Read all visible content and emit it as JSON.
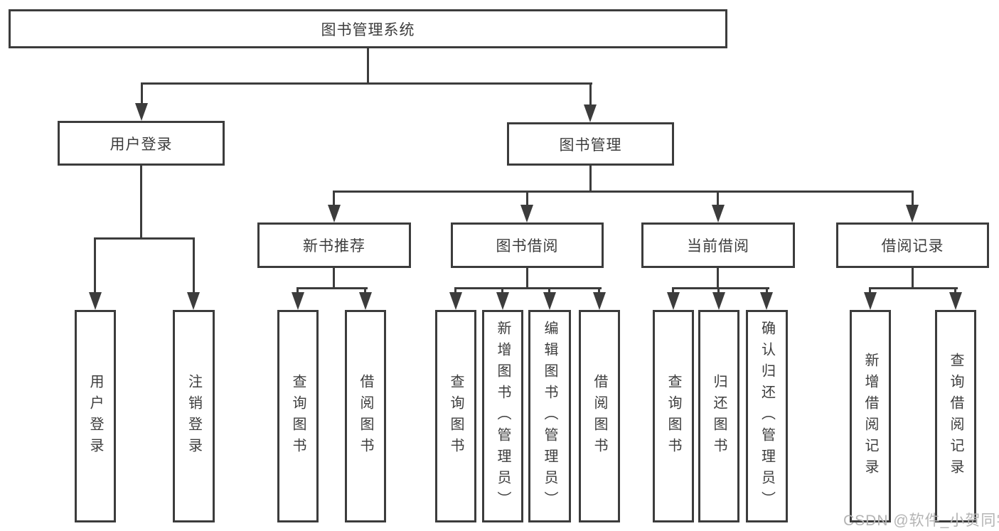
{
  "diagram": {
    "root": {
      "label": "图书管理系统"
    },
    "branches": [
      {
        "label": "用户登录",
        "children": [
          {
            "label": "用户登录"
          },
          {
            "label": "注销登录"
          }
        ]
      },
      {
        "label": "图书管理",
        "children": [
          {
            "label": "新书推荐",
            "children": [
              {
                "label": "查询图书"
              },
              {
                "label": "借阅图书"
              }
            ]
          },
          {
            "label": "图书借阅",
            "children": [
              {
                "label": "查询图书"
              },
              {
                "label": "新增图书（管理员）"
              },
              {
                "label": "编辑图书（管理员）"
              },
              {
                "label": "借阅图书"
              }
            ]
          },
          {
            "label": "当前借阅",
            "children": [
              {
                "label": "查询图书"
              },
              {
                "label": "归还图书"
              },
              {
                "label": "确认归还（管理员）"
              }
            ]
          },
          {
            "label": "借阅记录",
            "children": [
              {
                "label": "新增借阅记录"
              },
              {
                "label": "查询借阅记录"
              }
            ]
          }
        ]
      }
    ]
  },
  "watermark": {
    "text": "CSDN @软件_小贺同学"
  },
  "colors": {
    "line": "#3c3c3c",
    "text": "#3d3d3d",
    "background": "#ffffff",
    "watermark": "#b4b4b4"
  }
}
